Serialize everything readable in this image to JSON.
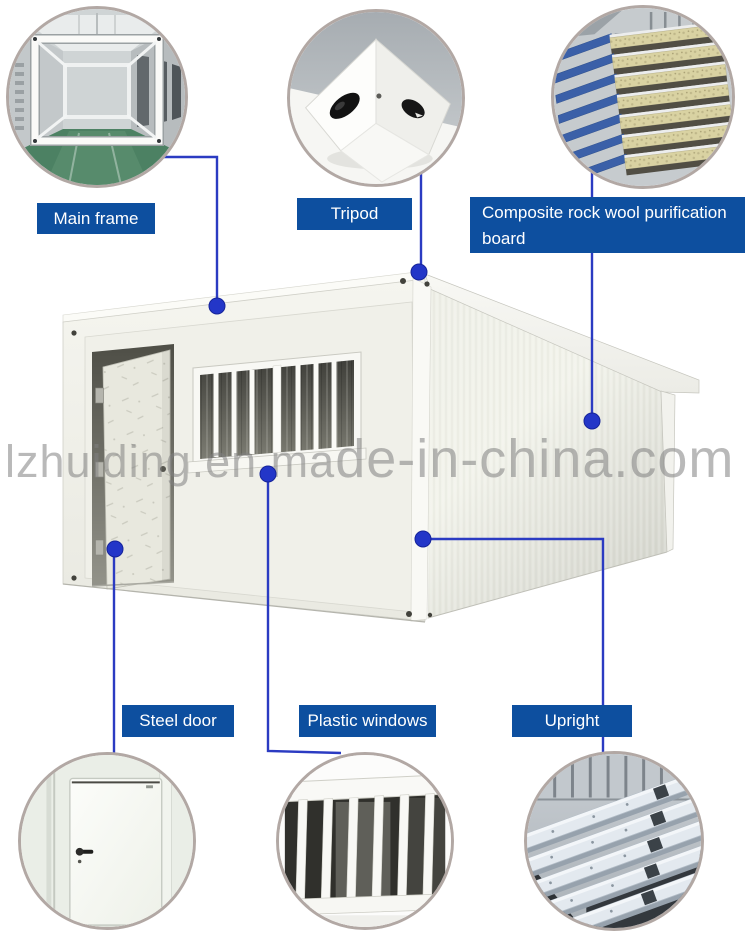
{
  "figure": {
    "title": "Container house components annotated diagram",
    "subject": "white flat-pack container house with door and barred window"
  },
  "watermark": {
    "part1": "lzhuiding.en.ma",
    "part2": "de-in-china.com",
    "full_text": "lzhuiding.en.made-in-china.com",
    "color": "#808080"
  },
  "callouts": {
    "main_frame": {
      "label": "Main frame"
    },
    "tripod": {
      "label": "Tripod"
    },
    "composite_board": {
      "label": "Composite rock wool purification board"
    },
    "steel_door": {
      "label": "Steel door"
    },
    "plastic_windows": {
      "label": "Plastic windows"
    },
    "upright": {
      "label": "Upright"
    }
  },
  "colors": {
    "label_background": "#0d4f9f",
    "label_text": "#ffffff",
    "connector_line": "#2b3bc2",
    "connector_dot": "#2336c8",
    "circle_rim": "#b2a8a4",
    "panel_blue": "#3b60a8",
    "rock_wool_yellow": "#d9d2a2",
    "floor_green": "#4c8163"
  }
}
